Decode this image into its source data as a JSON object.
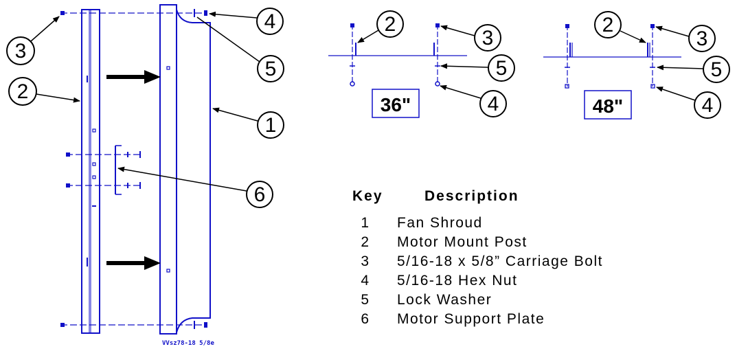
{
  "callouts": {
    "n1": "1",
    "n2": "2",
    "n3": "3",
    "n4": "4",
    "n5": "5",
    "n6": "6"
  },
  "sizes": {
    "size36": "36\"",
    "size48": "48\""
  },
  "drawing_id": "VVsz78-18 5/8e",
  "key_table": {
    "header_key": "Key",
    "header_description": "Description",
    "rows": [
      {
        "key": "1",
        "description": "Fan Shroud"
      },
      {
        "key": "2",
        "description": "Motor Mount Post"
      },
      {
        "key": "3",
        "description": "5/16-18 x 5/8” Carriage Bolt"
      },
      {
        "key": "4",
        "description": "5/16-18 Hex Nut"
      },
      {
        "key": "5",
        "description": "Lock Washer"
      },
      {
        "key": "6",
        "description": "Motor Support Plate"
      }
    ]
  },
  "colors": {
    "line": "#1010c8",
    "text": "#000000",
    "background": "#ffffff"
  }
}
